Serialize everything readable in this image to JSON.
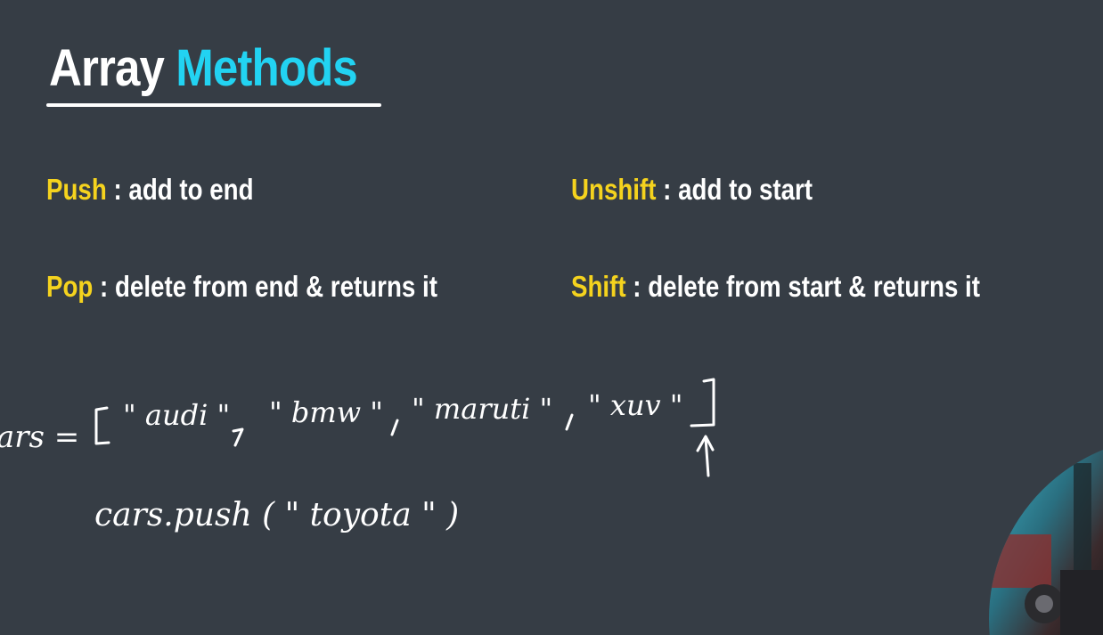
{
  "title": {
    "word1": "Array",
    "word2": "Methods"
  },
  "methods": {
    "push": {
      "name": "Push",
      "separator": " : ",
      "description": "add to end"
    },
    "unshift": {
      "name": "Unshift",
      "separator": " : ",
      "description": "add to start"
    },
    "pop": {
      "name": "Pop",
      "separator": " : ",
      "description": "delete from end & returns it"
    },
    "shift": {
      "name": "Shift",
      "separator": " : ",
      "description": "delete from start & returns it"
    }
  },
  "handwriting": {
    "var_fragment": "ars =",
    "items": [
      "\" audi \"",
      "\" bmw \"",
      "\" maruti \"",
      "\" xuv \""
    ],
    "code_line": "cars.push ( \" toyota \" )"
  },
  "colors": {
    "background": "#363d45",
    "accent_blue": "#22d3f2",
    "accent_yellow": "#f5d31e",
    "text": "#ffffff"
  },
  "icons": [
    "up-arrow-icon"
  ]
}
